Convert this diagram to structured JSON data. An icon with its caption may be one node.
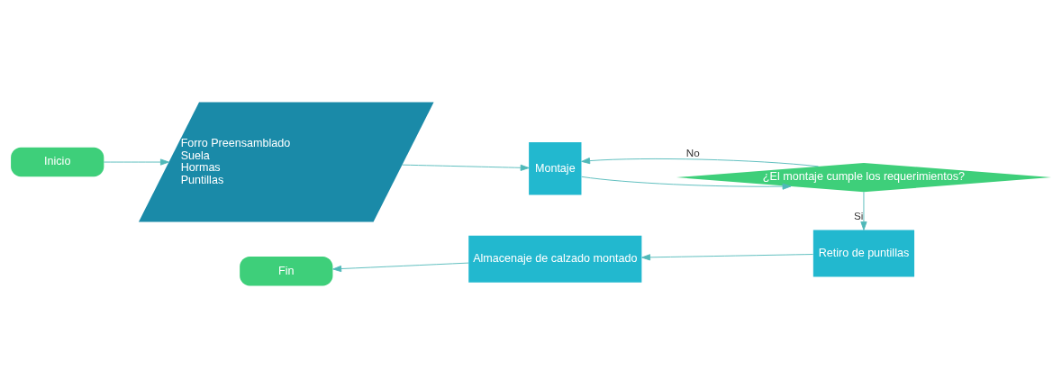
{
  "diagram": {
    "nodes": [
      {
        "text": [
          "Inicio"
        ]
      },
      {
        "text": [
          "Forro Preensamblado",
          "Suela",
          "Hormas",
          "Puntillas"
        ]
      },
      {
        "text": [
          "Montaje"
        ]
      },
      {
        "text": [
          "¿El montaje cumple los requerimientos?"
        ]
      },
      {
        "text": [
          "Retiro de puntillas"
        ]
      },
      {
        "text": [
          "Almacenaje de calzado montado"
        ]
      },
      {
        "text": [
          "Fin"
        ]
      }
    ],
    "edges": [
      {
        "from": 0,
        "to": 1,
        "arrow": "to"
      },
      {
        "from": 1,
        "to": 2,
        "arrow": "to"
      },
      {
        "from": 3,
        "to": 2,
        "arrow": "to",
        "label": "No"
      },
      {
        "from": 2,
        "to": 3,
        "arrow": "to"
      },
      {
        "from": 3,
        "to": 4,
        "arrow": "to",
        "label": "Si"
      },
      {
        "from": 4,
        "to": 5,
        "arrow": "to"
      },
      {
        "from": 5,
        "to": 6,
        "arrow": "to"
      }
    ]
  }
}
